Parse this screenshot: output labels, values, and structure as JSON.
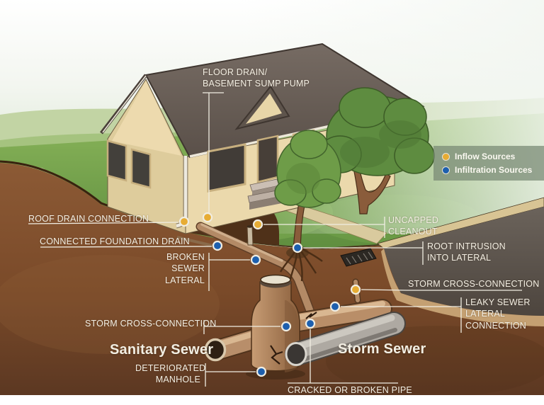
{
  "diagram": {
    "description": "Inflow and infiltration sources illustration",
    "legend": {
      "items": [
        {
          "type": "inflow",
          "label": "Inflow Sources",
          "color": "#E7AC33"
        },
        {
          "type": "infiltration",
          "label": "Infiltration Sources",
          "color": "#1D5FAE"
        }
      ]
    },
    "labels": {
      "floor_drain": "FLOOR DRAIN/\nBASEMENT SUMP PUMP",
      "roof_drain": "ROOF DRAIN CONNECTION",
      "connected_foundation_drain": "CONNECTED FOUNDATION DRAIN",
      "broken_sewer_lateral": "BROKEN\nSEWER\nLATERAL",
      "storm_cross_connection_left": "STORM CROSS-CONNECTION",
      "sanitary_sewer": "Sanitary Sewer",
      "deteriorated_manhole": "DETERIORATED\nMANHOLE",
      "cracked_or_broken_pipe": "CRACKED OR BROKEN PIPE",
      "storm_sewer": "Storm Sewer",
      "uncapped_cleanout": "UNCAPPED\nCLEANOUT",
      "root_intrusion": "ROOT INTRUSION\nINTO LATERAL",
      "storm_cross_connection_right": "STORM CROSS-CONNECTION",
      "leaky_sewer_lateral": "LEAKY SEWER\nLATERAL\nCONNECTION"
    },
    "markers": [
      {
        "id": "roof-drain-connection",
        "type": "inflow"
      },
      {
        "id": "floor-drain-sump-pump",
        "type": "inflow"
      },
      {
        "id": "uncapped-cleanout",
        "type": "inflow"
      },
      {
        "id": "storm-cross-connection-right",
        "type": "inflow"
      },
      {
        "id": "connected-foundation-drain",
        "type": "infiltration"
      },
      {
        "id": "broken-sewer-lateral",
        "type": "infiltration"
      },
      {
        "id": "root-intrusion",
        "type": "infiltration"
      },
      {
        "id": "leaky-sewer-lateral-connection",
        "type": "infiltration"
      },
      {
        "id": "storm-cross-connection-left",
        "type": "infiltration"
      },
      {
        "id": "cracked-or-broken-pipe",
        "type": "infiltration"
      },
      {
        "id": "deteriorated-manhole",
        "type": "infiltration"
      }
    ]
  }
}
